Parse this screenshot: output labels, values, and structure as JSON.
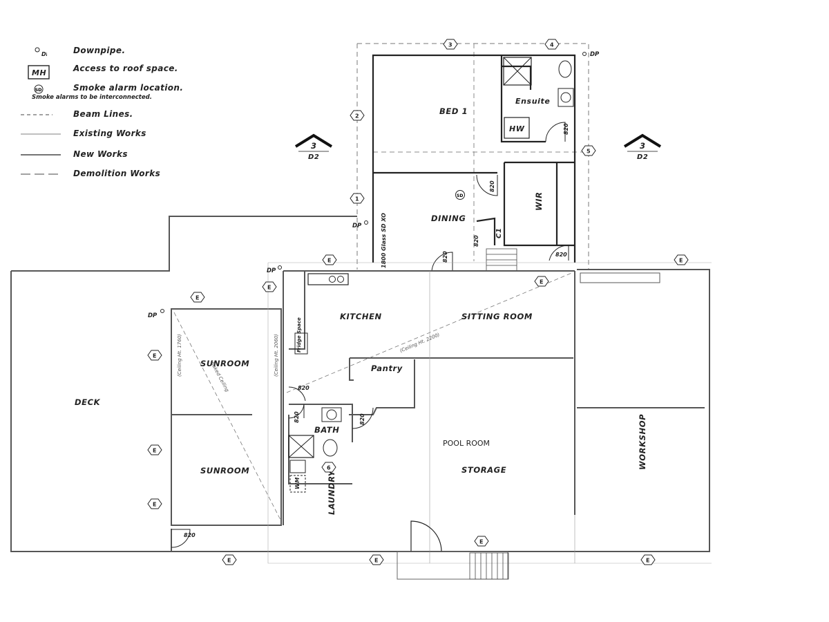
{
  "legend": {
    "downpipe": {
      "symbol": "DP",
      "label": "Downpipe."
    },
    "roof_access": {
      "symbol": "MH",
      "label": "Access to roof space."
    },
    "smoke_alarm": {
      "symbol": "SD",
      "label": "Smoke alarm location.",
      "note": "Smoke alarms to be interconnected."
    },
    "beam_lines": "Beam Lines.",
    "existing_works": "Existing Works",
    "new_works": "New Works",
    "demolition_works": "Demolition Works"
  },
  "rooms": {
    "bed1": "BED 1",
    "ensuite": "Ensuite",
    "hw": "HW",
    "wir": "WIR",
    "c1": "C1",
    "dining": "DINING",
    "kitchen": "KITCHEN",
    "sitting": "SITTING ROOM",
    "pantry": "Pantry",
    "bath": "BATH",
    "laundry": "LAUNDRY",
    "wm": "WM",
    "sunroom_upper": "SUNROOM",
    "sunroom_lower": "SUNROOM",
    "deck": "DECK",
    "pool_room": "POOL ROOM",
    "storage": "STORAGE",
    "workshop": "WORKSHOP",
    "fridge": "Fridge Space"
  },
  "annotations": {
    "ceiling_2200": "(Ceiling Ht. 2200)",
    "ceiling_2060": "(Ceiling Ht. 2060)",
    "ceiling_1760": "(Ceiling Ht. 1760)",
    "raked_ceiling": "Raked Ceiling",
    "glass_door": "1800 Glass SD XO",
    "door_width": "820",
    "downpipe": "DP"
  },
  "section_markers": {
    "number": "3",
    "sheet": "D2"
  },
  "grid_markers": [
    "1",
    "2",
    "3",
    "4",
    "5",
    "6"
  ],
  "existing_tag": "E"
}
